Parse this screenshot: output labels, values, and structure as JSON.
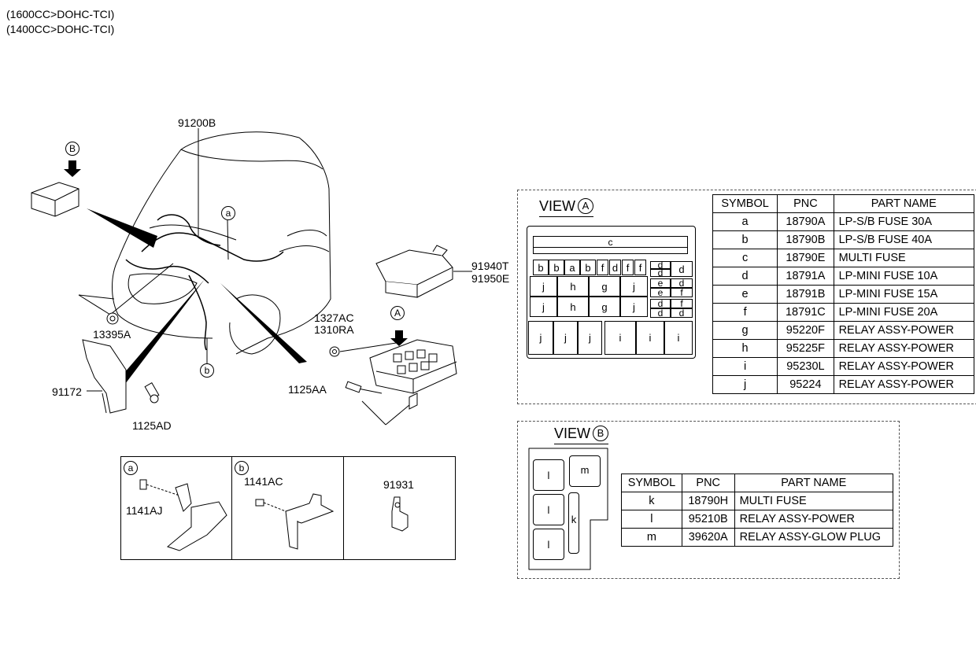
{
  "header": {
    "line1": "(1600CC>DOHC-TCI)",
    "line2": "(1400CC>DOHC-TCI)"
  },
  "callouts": {
    "harness": "91200B",
    "grommet": "13395A",
    "bracket": "91172",
    "bolt_bracket": "1125AD",
    "nut1": "1327AC",
    "nut2": "1310RA",
    "bolt_box": "1125AA",
    "cover1": "91940T",
    "cover2": "91950E",
    "circle_a": "a",
    "circle_b": "b",
    "circle_A": "A",
    "circle_B": "B"
  },
  "detail_panels": {
    "a": {
      "tag": "a",
      "part": "1141AJ"
    },
    "b": {
      "tag": "b",
      "part": "1141AC"
    },
    "c": {
      "part": "91931"
    }
  },
  "view_a": {
    "title": "VIEW",
    "tag": "A",
    "fuse_labels": {
      "c": "c",
      "b": "b",
      "a": "a",
      "f": "f",
      "d": "d",
      "e": "e",
      "j": "j",
      "h": "h",
      "g": "g",
      "i": "i"
    },
    "table": {
      "headers": [
        "SYMBOL",
        "PNC",
        "PART NAME"
      ],
      "rows": [
        [
          "a",
          "18790A",
          "LP-S/B FUSE 30A"
        ],
        [
          "b",
          "18790B",
          "LP-S/B FUSE 40A"
        ],
        [
          "c",
          "18790E",
          "MULTI FUSE"
        ],
        [
          "d",
          "18791A",
          "LP-MINI FUSE 10A"
        ],
        [
          "e",
          "18791B",
          "LP-MINI FUSE 15A"
        ],
        [
          "f",
          "18791C",
          "LP-MINI FUSE 20A"
        ],
        [
          "g",
          "95220F",
          "RELAY ASSY-POWER"
        ],
        [
          "h",
          "95225F",
          "RELAY ASSY-POWER"
        ],
        [
          "i",
          "95230L",
          "RELAY ASSY-POWER"
        ],
        [
          "j",
          "95224",
          "RELAY ASSY-POWER"
        ]
      ]
    }
  },
  "view_b": {
    "title": "VIEW",
    "tag": "B",
    "fuse_labels": {
      "l": "l",
      "m": "m",
      "k": "k"
    },
    "table": {
      "headers": [
        "SYMBOL",
        "PNC",
        "PART NAME"
      ],
      "rows": [
        [
          "k",
          "18790H",
          "MULTI FUSE"
        ],
        [
          "l",
          "95210B",
          "RELAY ASSY-POWER"
        ],
        [
          "m",
          "39620A",
          "RELAY ASSY-GLOW PLUG"
        ]
      ]
    }
  }
}
